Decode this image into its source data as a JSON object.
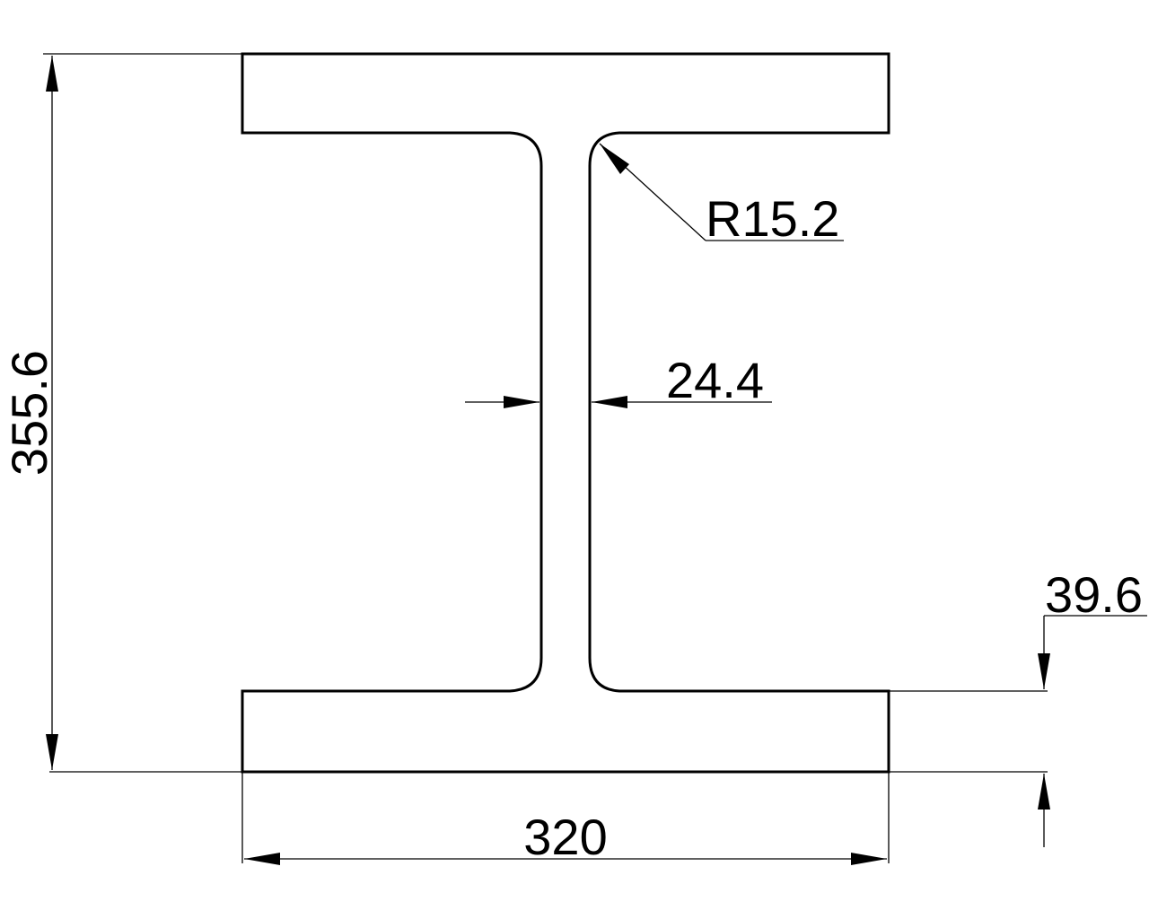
{
  "drawing": {
    "title": "",
    "dimensions": {
      "overall_height": "355.6",
      "flange_width": "320",
      "web_thickness": "24.4",
      "root_radius": "R15.2",
      "flange_thickness": "39.6"
    }
  }
}
